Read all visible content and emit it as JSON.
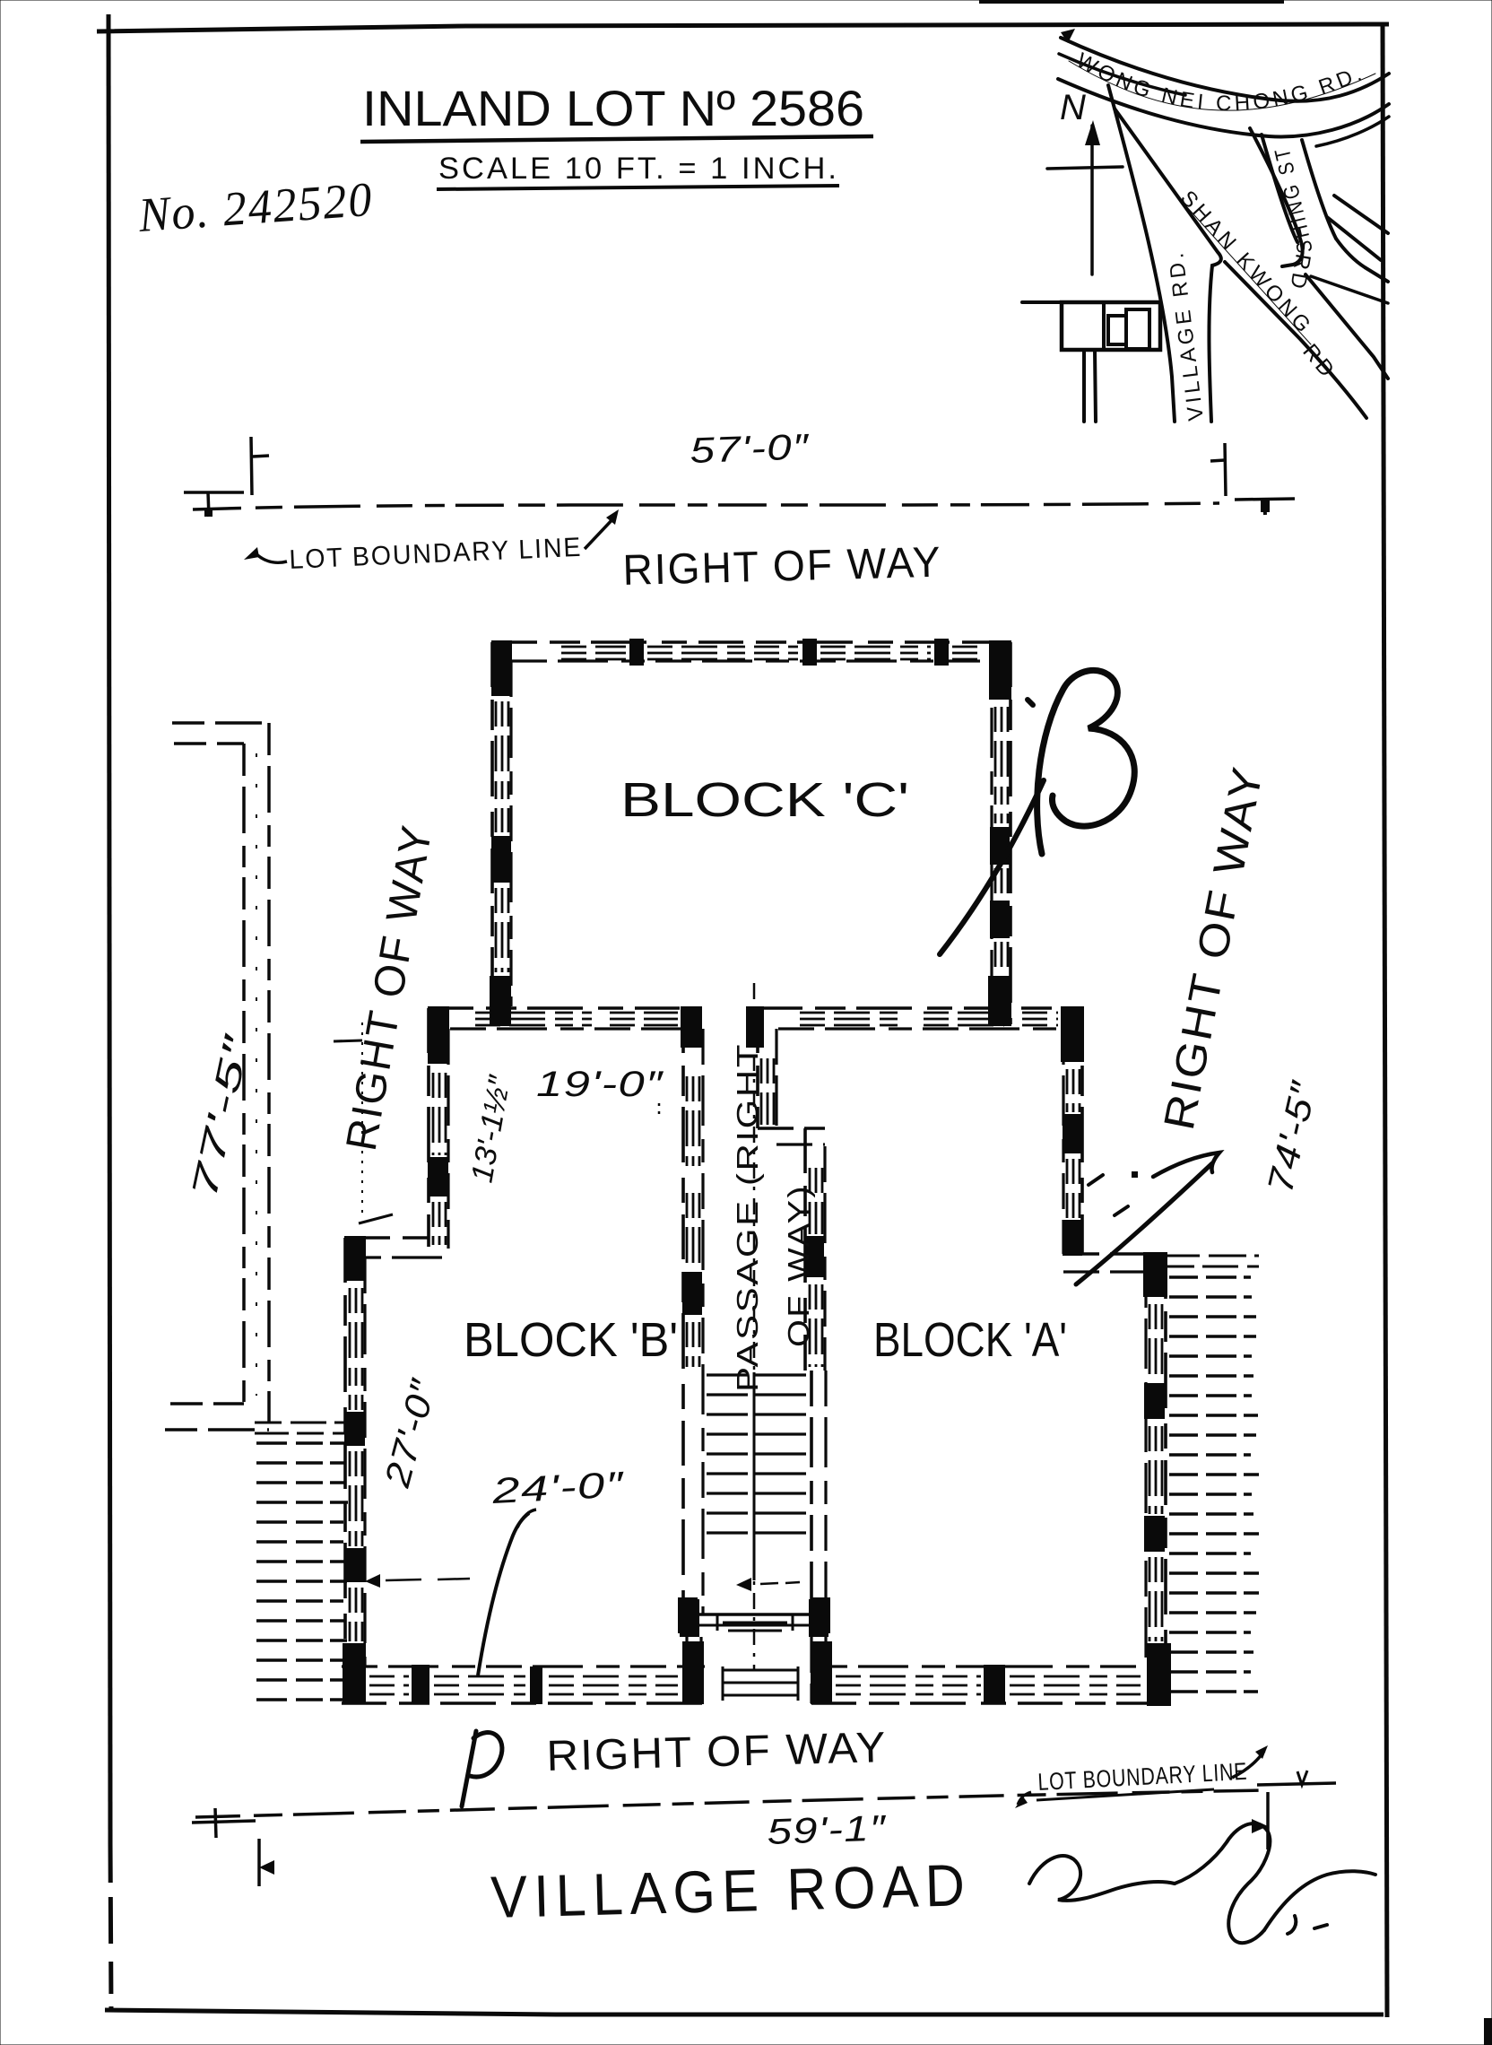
{
  "page": {
    "title": "INLAND LOT Nº 2586",
    "scale_note": "SCALE 10 FT. = 1 INCH.",
    "handwritten_number": "No. 242520"
  },
  "inset_map": {
    "north_label": "N",
    "roads": {
      "wong_nei_chong": "WONG NEI CHONG RD.",
      "village": "VILLAGE RD.",
      "shan_kwong": "SHAN KWONG",
      "shan_kwong_suffix": "RD",
      "shing": "SHING ST",
      "shing_suffix": "RD"
    }
  },
  "plan": {
    "blocks": {
      "a": "BLOCK 'A'",
      "b": "BLOCK 'B'",
      "c": "BLOCK 'C'"
    },
    "passage_line1": "PASSAGE (RIGHT",
    "passage_line2": "OF WAY)",
    "right_of_way_top": "RIGHT OF WAY",
    "right_of_way_left": "RIGHT OF WAY",
    "right_of_way_right": "RIGHT OF WAY",
    "right_of_way_bottom": "RIGHT OF WAY",
    "lot_boundary_top": "LOT BOUNDARY LINE",
    "lot_boundary_bottom": "LOT BOUNDARY LINE",
    "village_road": "VILLAGE ROAD",
    "dims": {
      "top": "57'-0″",
      "bottom": "59'-1″",
      "left": "77'-5″",
      "right": "74'-5″",
      "room_width": "19'-0″",
      "room_depth": "13'-1½″",
      "block_b_depth": "27'-0″",
      "block_b_width": "24'-0″"
    },
    "marks": {
      "b": "B",
      "p": "P"
    }
  }
}
